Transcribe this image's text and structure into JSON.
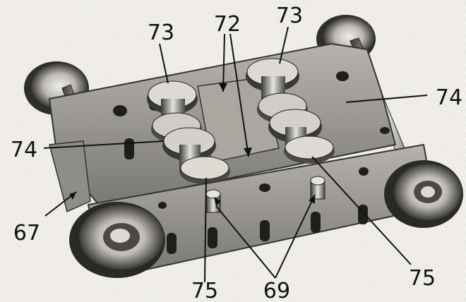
{
  "labels": {
    "l72": "72",
    "l73a": "73",
    "l73b": "73",
    "l74a": "74",
    "l74b": "74",
    "l75a": "75",
    "l75b": "75",
    "l67": "67",
    "l69": "69"
  },
  "colors": {
    "paper": "#f2f0ea",
    "ink": "#111111",
    "plate": "#9c9a94",
    "plate_dark": "#5e5c57",
    "metal": "#c9c7c0",
    "shadow": "#2a2926"
  }
}
